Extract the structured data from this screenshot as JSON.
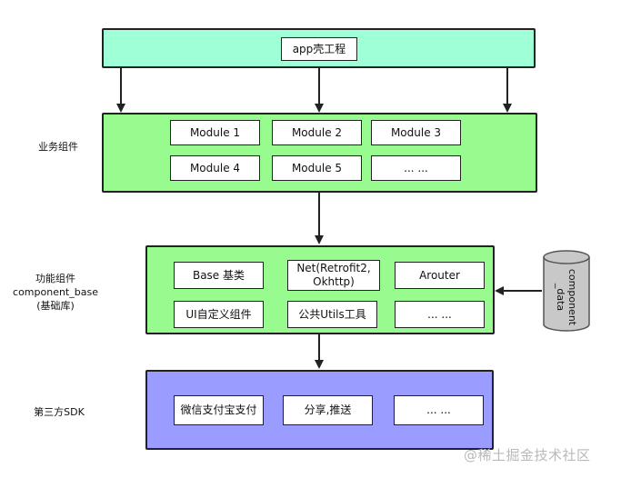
{
  "shell_layer": {
    "app_shell": "app壳工程"
  },
  "business_layer": {
    "label": "业务组件",
    "modules": [
      "Module 1",
      "Module 2",
      "Module 3",
      "Module 4",
      "Module 5",
      "... ..."
    ]
  },
  "function_layer": {
    "label": "功能组件\ncomponent_base\n(基础库)",
    "components": [
      "Base 基类",
      "Net(Retrofit2,\nOkhttp)",
      "Arouter",
      "UI自定义组件",
      "公共Utils工具",
      "... ..."
    ]
  },
  "sdk_layer": {
    "label": "第三方SDK",
    "items": [
      "微信支付宝支付",
      "分享,推送",
      "... ..."
    ]
  },
  "data_store": {
    "label": "component\n_data"
  },
  "watermark": "@稀土掘金技术社区",
  "colors": {
    "shell_fill": "#9fffd6",
    "green_fill": "#97fb8f",
    "sdk_fill": "#9a9cff",
    "database_fill": "#c8c8c8",
    "stroke": "#222222"
  }
}
